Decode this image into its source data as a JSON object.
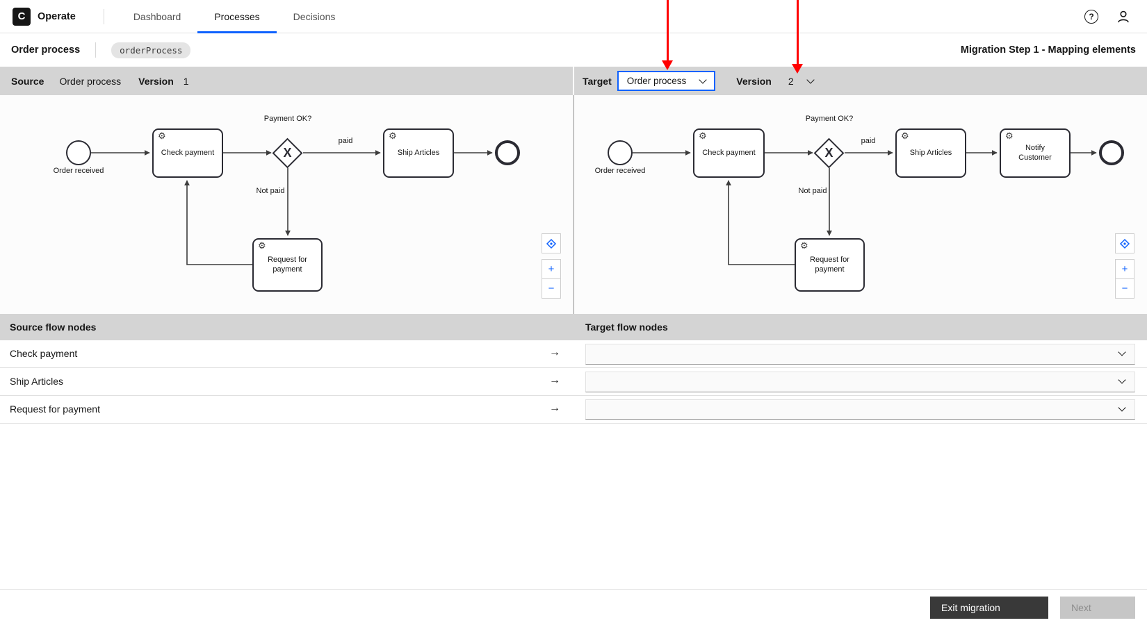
{
  "nav": {
    "brand": "Operate",
    "items": [
      {
        "label": "Dashboard",
        "active": false
      },
      {
        "label": "Processes",
        "active": true
      },
      {
        "label": "Decisions",
        "active": false
      }
    ]
  },
  "header": {
    "process_name": "Order process",
    "process_id": "orderProcess",
    "migration_title": "Migration Step 1 - Mapping elements"
  },
  "source_panel": {
    "label": "Source",
    "process_name": "Order process",
    "version_label": "Version",
    "version": "1"
  },
  "target_panel": {
    "label": "Target",
    "process_dropdown_value": "Order process",
    "version_label": "Version",
    "version": "2"
  },
  "diagram": {
    "start_label": "Order received",
    "task_check": "Check payment",
    "gateway_question": "Payment OK?",
    "paid_label": "paid",
    "not_paid_label": "Not paid",
    "task_ship": "Ship Articles",
    "task_request": "Request for payment",
    "task_notify": "Notify Customer"
  },
  "icons": {
    "logo_letter": "C",
    "help": "?",
    "service_gear": "⚙",
    "gateway_marker": "X",
    "zoom_in": "+",
    "zoom_out": "−",
    "row_arrow": "→"
  },
  "mapping_table": {
    "source_header": "Source flow nodes",
    "target_header": "Target flow nodes",
    "rows": [
      {
        "source": "Check payment",
        "target": ""
      },
      {
        "source": "Ship Articles",
        "target": ""
      },
      {
        "source": "Request for payment",
        "target": ""
      }
    ]
  },
  "footer": {
    "exit_label": "Exit migration",
    "next_label": "Next"
  },
  "colors": {
    "accent": "#0f62fe",
    "annotation_red": "#ff0000",
    "secondary_button": "#393939"
  }
}
